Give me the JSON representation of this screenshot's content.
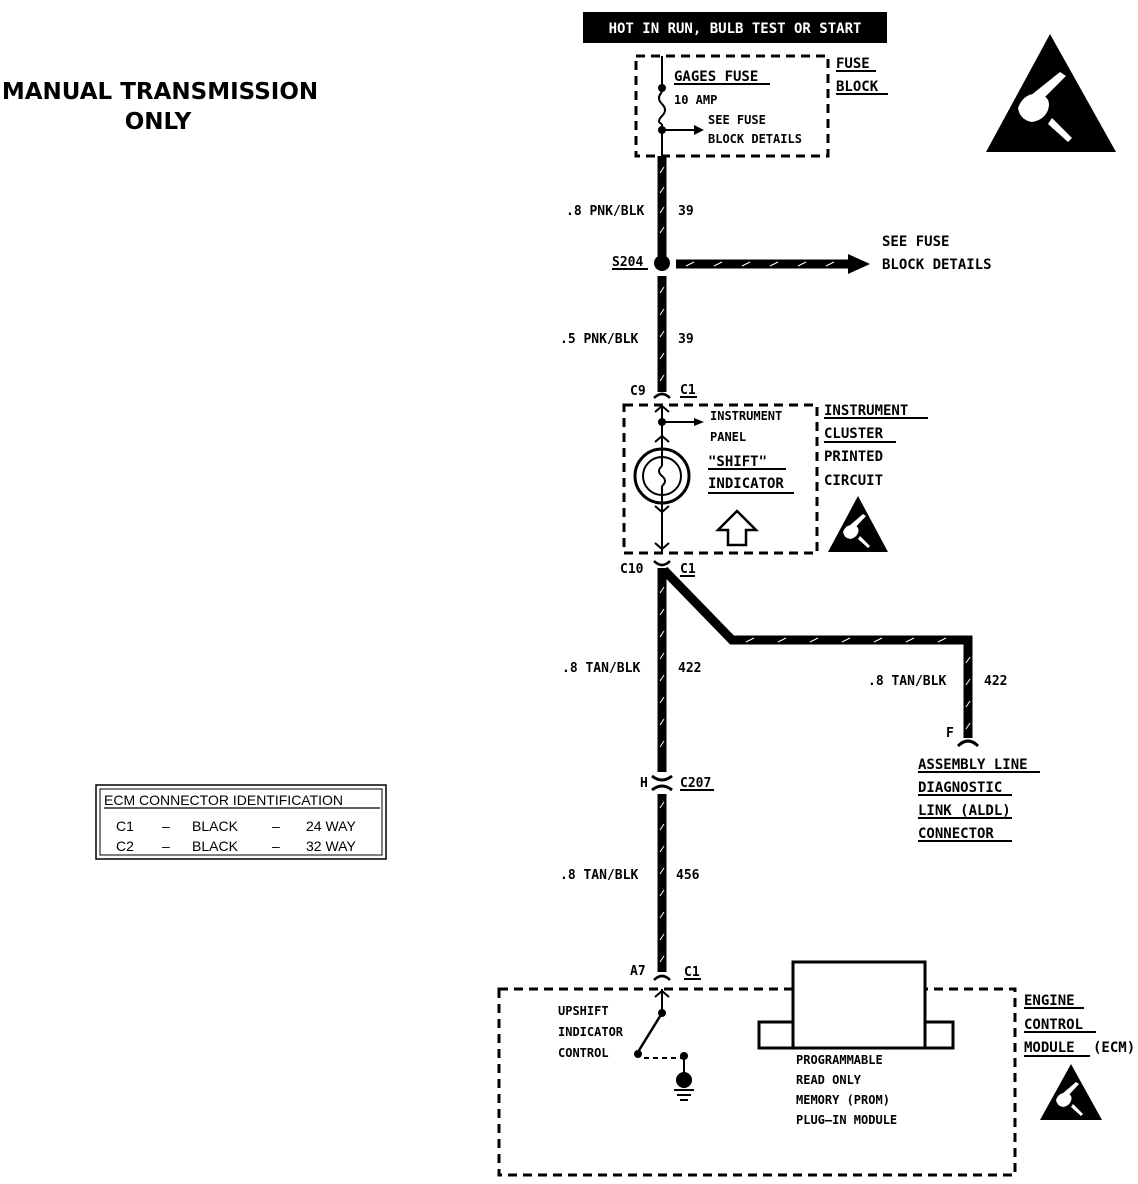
{
  "header": {
    "banner": "HOT IN RUN, BULB TEST OR START",
    "title_line1": "MANUAL TRANSMISSION",
    "title_line2": "ONLY"
  },
  "fuse_block": {
    "fuse_name": "GAGES FUSE",
    "fuse_rating": "10 AMP",
    "see_line1": "SEE FUSE",
    "see_line2": "BLOCK DETAILS",
    "label_line1": "FUSE",
    "label_line2": "BLOCK"
  },
  "wires": {
    "w1_gauge": ".8 PNK/BLK",
    "w1_circuit": "39",
    "splice": "S204",
    "splice_see_line1": "SEE FUSE",
    "splice_see_line2": "BLOCK DETAILS",
    "w2_gauge": ".5  PNK/BLK",
    "w2_circuit": "39",
    "w3_gauge": ".8 TAN/BLK",
    "w3_circuit": "422",
    "w4_gauge": ".8 TAN/BLK",
    "w4_circuit": "422",
    "w5_gauge": ".8 TAN/BLK",
    "w5_circuit": "456"
  },
  "connectors": {
    "c9": "C9",
    "c9_conn": "C1",
    "c10": "C10",
    "c10_conn": "C1",
    "h": "H",
    "h_conn": "C207",
    "a7": "A7",
    "a7_conn": "C1",
    "f": "F"
  },
  "cluster": {
    "panel_line1": "INSTRUMENT",
    "panel_line2": "PANEL",
    "indicator_line1": "\"SHIFT\"",
    "indicator_line2": "INDICATOR",
    "label_line1": "INSTRUMENT",
    "label_line2": "CLUSTER",
    "label_line3": "PRINTED",
    "label_line4": "CIRCUIT"
  },
  "aldl": {
    "line1": "ASSEMBLY LINE",
    "line2": "DIAGNOSTIC",
    "line3": "LINK (ALDL)",
    "line4": "CONNECTOR"
  },
  "ecm_table": {
    "title": "ECM CONNECTOR IDENTIFICATION",
    "rows": [
      {
        "conn": "C1",
        "sep1": "–",
        "color": "BLACK",
        "sep2": "–",
        "ways": "24 WAY"
      },
      {
        "conn": "C2",
        "sep1": "–",
        "color": "BLACK",
        "sep2": "–",
        "ways": "32 WAY"
      }
    ]
  },
  "ecm": {
    "upshift_line1": "UPSHIFT",
    "upshift_line2": "INDICATOR",
    "upshift_line3": "CONTROL",
    "prom_line1": "PROGRAMMABLE",
    "prom_line2": "READ ONLY",
    "prom_line3": "MEMORY (PROM)",
    "prom_line4": "PLUG–IN MODULE",
    "label_line1": "ENGINE",
    "label_line2": "CONTROL",
    "label_line3": "MODULE",
    "label_suffix": "(ECM)"
  },
  "icons": {
    "esd_large": "esd-warning-icon",
    "esd_cluster": "esd-warning-icon",
    "esd_ecm": "esd-warning-icon",
    "shift_arrow": "up-arrow-icon",
    "bulb": "bulb-icon",
    "ground": "ground-icon"
  }
}
